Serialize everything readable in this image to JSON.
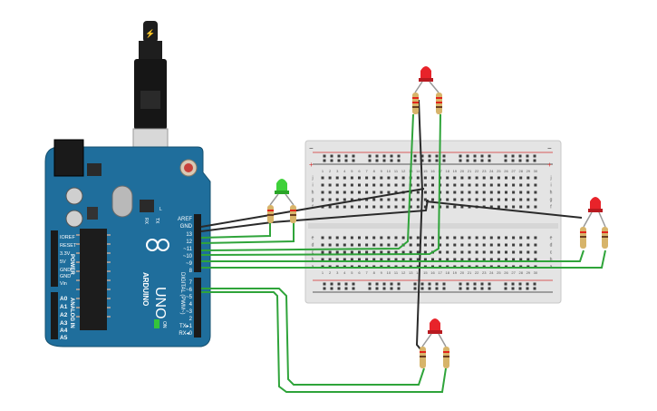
{
  "board": {
    "brand": "ARDUINO",
    "model": "UNO",
    "power_header_title": "POWER",
    "analog_header_title": "ANALOG IN",
    "digital_header_title": "DIGITAL (PWM~)",
    "on_label": "ON",
    "tx_led_label": "TX",
    "rx_led_label": "RX",
    "l_led_label": "L",
    "left_power_pins": [
      "IOREF",
      "RESET",
      "3.3V",
      "5V",
      "GND",
      "GND",
      "Vin"
    ],
    "analog_pins": [
      "A0",
      "A1",
      "A2",
      "A3",
      "A4",
      "A5"
    ],
    "digital_pins_top": [
      "AREF",
      "GND",
      "13",
      "12",
      "~11",
      "~10",
      "~9",
      "8"
    ],
    "digital_pins_bottom": [
      "7",
      "~6",
      "~5",
      "4",
      "~3",
      "2",
      "TX▸1",
      "RX◂0"
    ]
  },
  "breadboard": {
    "rail_plus": "+",
    "rail_minus": "−",
    "row_letters_top": [
      "j",
      "i",
      "h",
      "g",
      "f"
    ],
    "row_letters_bottom": [
      "e",
      "d",
      "c",
      "b",
      "a"
    ],
    "column_numbers": [
      "1",
      "2",
      "3",
      "4",
      "5",
      "6",
      "7",
      "8",
      "9",
      "10",
      "11",
      "12",
      "13",
      "14",
      "15",
      "16",
      "17",
      "18",
      "19",
      "20",
      "21",
      "22",
      "23",
      "24",
      "25",
      "26",
      "27",
      "28",
      "29",
      "30"
    ]
  },
  "colors": {
    "board_blue": "#1f6e9c",
    "wire_green": "#2fa43a",
    "wire_black": "#2a2a2a",
    "led_red": "#e8232a",
    "led_green": "#3fd13a",
    "breadboard": "#e4e4e4"
  },
  "components": {
    "usb_cable": "usb-b-cable",
    "leds": [
      "red",
      "green",
      "red",
      "red"
    ]
  }
}
